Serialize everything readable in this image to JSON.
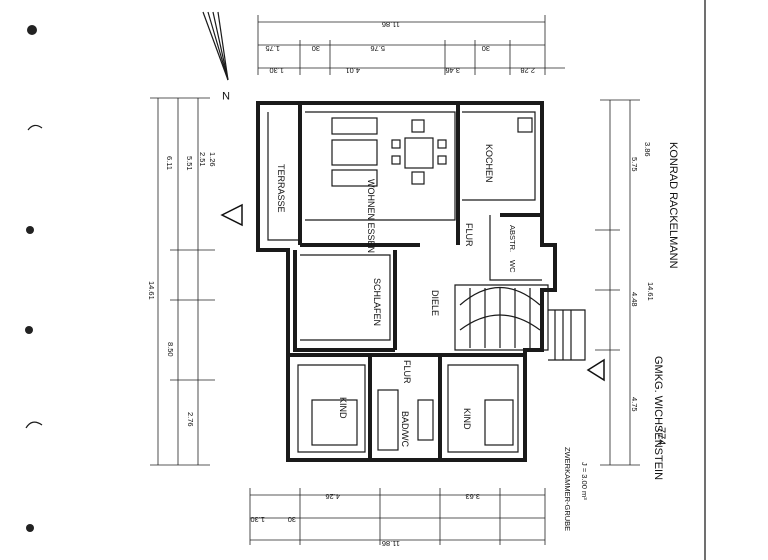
{
  "rooms": {
    "terrasse": "TERRASSE",
    "wohnen_essen": "WOHNEN ESSEN",
    "kochen": "KOCHEN",
    "flur_upper": "FLUR",
    "abstr": "ABSTR.",
    "wc": "WC",
    "schlafen": "SCHLAFEN",
    "diele": "DIELE",
    "flur_lower": "FLUR",
    "kind_left": "KIND",
    "bad_wc": "BAD/WC",
    "kind_right": "KIND"
  },
  "side_text": {
    "owner": "KONRAD RACKELMANN",
    "location": "GMKG. WICHSENSTEIN",
    "parcel": "774",
    "sump": "ZWERKAMMER-GRUBE",
    "sump_volume": "J = 3.00 m³"
  },
  "dimensions": {
    "total_width": "11.86",
    "total_depth": "14.61",
    "top_1": "1.75",
    "top_2": "5.76",
    "top_3": "30",
    "top_4": "30",
    "top_5": "1.30",
    "top_6": "4.01",
    "top_7": "3.46",
    "top_8": "2.28",
    "left_1": "6.11",
    "left_2": "5.51",
    "left_3": "2.51",
    "left_4": "1.26",
    "left_5": "8.50",
    "left_6": "2.76",
    "right_1": "3.86",
    "right_2": "5.75",
    "right_3": "4.48",
    "right_4": "4.75",
    "bottom_1": "4.26",
    "bottom_2": "3.63",
    "bottom_3": "1.30",
    "bottom_4": "30"
  },
  "north_label": "N"
}
